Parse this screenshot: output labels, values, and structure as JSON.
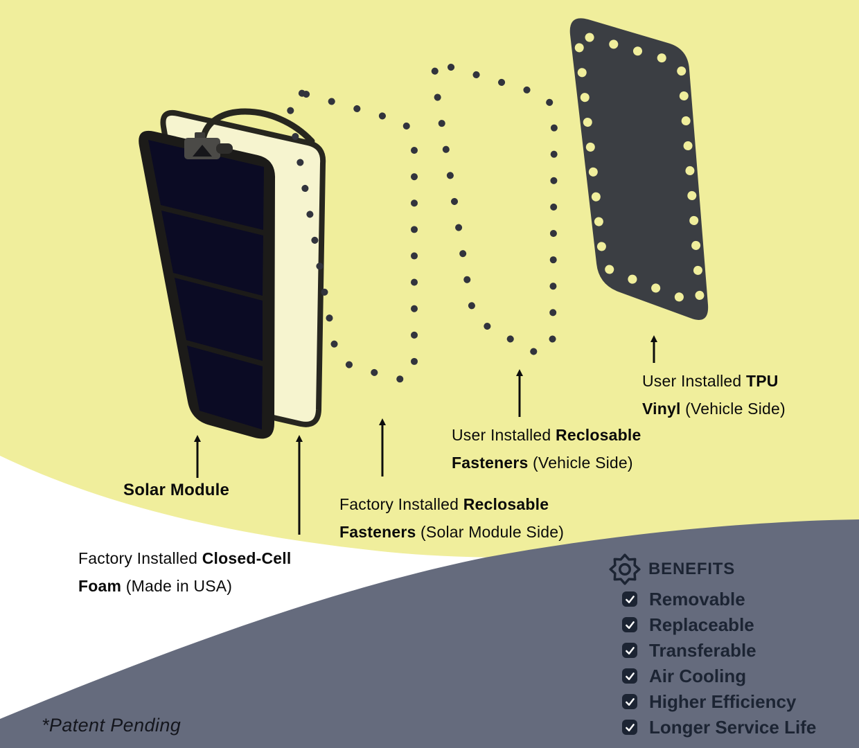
{
  "colors": {
    "background_yellow": "#f0ee9c",
    "background_white": "#ffffff",
    "foreground_slate": "#656b7d",
    "foam_cream": "#f6f4cf",
    "label_ink": "#0a0a0a",
    "benefits_navy": "#1c2433",
    "tpu_gray": "#3b3e43",
    "solar_cell_navy": "#0b0b24"
  },
  "diagram": {
    "labels": {
      "solar_module": {
        "bold1": "Solar Module"
      },
      "foam": {
        "prefix": "Factory Installed ",
        "bold1": "Closed-Cell",
        "bold2": "Foam",
        "suffix": " (Made in USA)"
      },
      "factory_fasteners": {
        "prefix": "Factory Installed ",
        "bold1": "Reclosable",
        "bold2": "Fasteners",
        "suffix": " (Solar Module Side)"
      },
      "user_fasteners": {
        "prefix": "User Installed ",
        "bold1": "Reclosable",
        "bold2": "Fasteners",
        "suffix": " (Vehicle Side)"
      },
      "tpu_vinyl": {
        "prefix": "User Installed ",
        "bold1": "TPU",
        "bold2": "Vinyl",
        "suffix": " (Vehicle Side)"
      }
    },
    "icons": {
      "benefits_header": "gear-icon",
      "list_marker": "checkbox-checked-icon",
      "pointers": "up-arrow-icon"
    }
  },
  "benefits": {
    "title": "BENEFITS",
    "items": [
      "Removable",
      "Replaceable",
      "Transferable",
      "Air Cooling",
      "Higher Efficiency",
      "Longer Service Life"
    ]
  },
  "footnote": "*Patent Pending"
}
